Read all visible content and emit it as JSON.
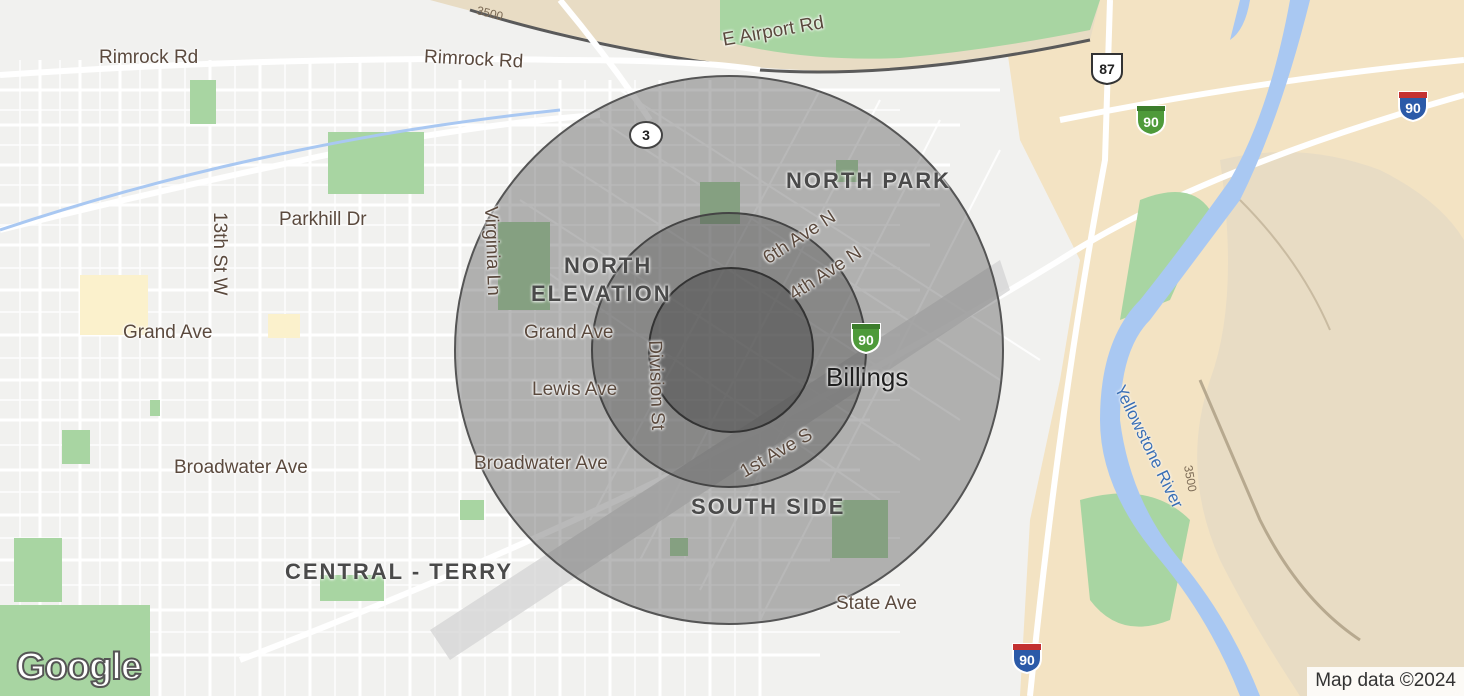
{
  "map": {
    "roads": {
      "e_airport_rd": "E Airport Rd",
      "rimrock_rd_west": "Rimrock Rd",
      "rimrock_rd_east": "Rimrock Rd",
      "parkhill_dr": "Parkhill Dr",
      "thirteenth_st_w": "13th St W",
      "virginia_ln": "Virginia Ln",
      "grand_ave_west": "Grand Ave",
      "grand_ave_east": "Grand Ave",
      "lewis_ave": "Lewis Ave",
      "division_st": "Division St",
      "broadwater_ave_west": "Broadwater Ave",
      "broadwater_ave_east": "Broadwater Ave",
      "sixth_ave_n": "6th Ave N",
      "fourth_ave_n": "4th Ave N",
      "first_ave_s": "1st Ave S",
      "state_ave": "State Ave"
    },
    "neighborhoods": {
      "north_park": "NORTH PARK",
      "north_elevation_line1": "NORTH",
      "north_elevation_line2": "ELEVATION",
      "south_side": "SOUTH SIDE",
      "central_terry": "CENTRAL - TERRY"
    },
    "city": "Billings",
    "river": "Yellowstone River",
    "highway_shields": {
      "route_3": "3",
      "us_87": "87",
      "i90_north": "90",
      "i90_northeast": "90",
      "i90_center": "90",
      "i90_south": "90"
    },
    "contour_label_top": "3500",
    "contour_label_river": "3500",
    "radius_rings": {
      "center_lonlat_note": "",
      "rings": [
        {
          "fill": "rgba(80,80,80,0.40)"
        },
        {
          "fill": "rgba(70,70,70,0.38)"
        },
        {
          "fill": "rgba(60,60,60,0.40)"
        }
      ]
    },
    "colors": {
      "land": "#f1f1ef",
      "park": "#a8d5a2",
      "water": "#a9c8f2",
      "desert": "#f3e3c3",
      "road": "#ffffff",
      "interstate_blue": "#2b5aa8",
      "interstate_green": "#4e9a3a",
      "interstate_red": "#c33131"
    }
  },
  "footer": {
    "logo": "Google",
    "attribution": "Map data ©2024"
  }
}
